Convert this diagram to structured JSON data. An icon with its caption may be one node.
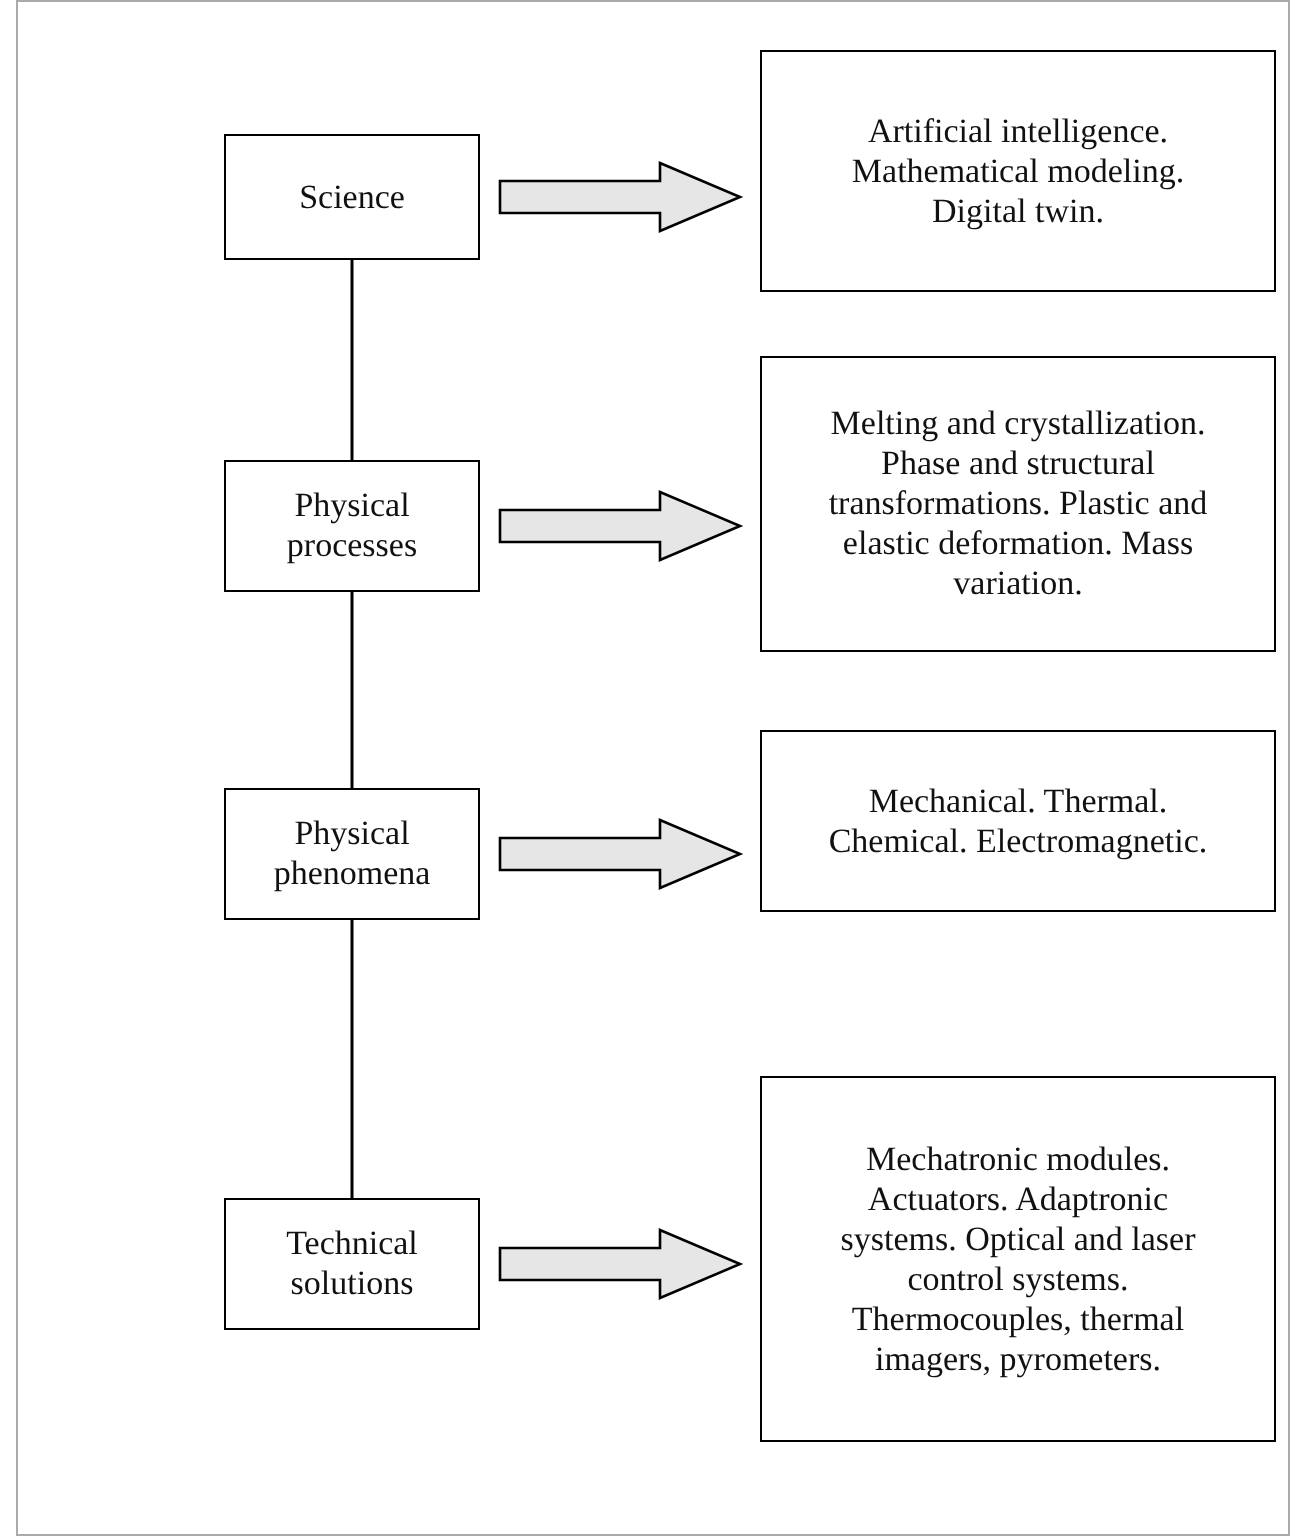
{
  "diagram": {
    "nodes": [
      {
        "text": [
          "Science"
        ]
      },
      {
        "text": [
          "Physical processes"
        ]
      },
      {
        "text": [
          "Physical phenomena"
        ]
      },
      {
        "text": [
          "Technical solutions"
        ]
      },
      {
        "text": [
          "Artificial intelligence. Mathematical modeling. Digital twin."
        ]
      },
      {
        "text": [
          "Melting and crystallization. Phase and structural transformations. Plastic and elastic deformation. Mass variation."
        ]
      },
      {
        "text": [
          "Mechanical. Thermal. Chemical. Electromagnetic."
        ]
      },
      {
        "text": [
          "Mechatronic modules. Actuators. Adaptronic systems. Optical and laser control systems. Thermocouples, thermal imagers, pyrometers."
        ]
      }
    ],
    "edges": [
      {
        "from": 0,
        "to": 1,
        "arrow": "none"
      },
      {
        "from": 1,
        "to": 2,
        "arrow": "none"
      },
      {
        "from": 2,
        "to": 3,
        "arrow": "none"
      },
      {
        "from": 0,
        "to": 4,
        "arrow": "to",
        "style": "thick"
      },
      {
        "from": 1,
        "to": 5,
        "arrow": "to",
        "style": "thick"
      },
      {
        "from": 2,
        "to": 6,
        "arrow": "to",
        "style": "thick"
      },
      {
        "from": 3,
        "to": 7,
        "arrow": "to",
        "style": "thick"
      }
    ]
  }
}
